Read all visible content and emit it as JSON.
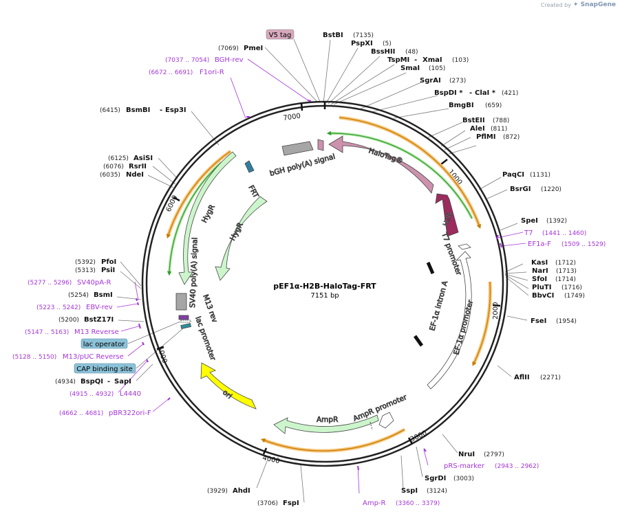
{
  "brand": {
    "created_by": "Created by",
    "product": "SnapGene"
  },
  "plasmid": {
    "name": "pEF1α-H2B-HaloTag-FRT",
    "size": "7151 bp",
    "length": 7151
  },
  "ticks": [
    {
      "bp": 1000,
      "label": "1000"
    },
    {
      "bp": 2000,
      "label": "2000"
    },
    {
      "bp": 3000,
      "label": "3000"
    },
    {
      "bp": 4000,
      "label": "4000"
    },
    {
      "bp": 5000,
      "label": "5000"
    },
    {
      "bp": 6000,
      "label": "6000"
    },
    {
      "bp": 7000,
      "label": "7000"
    }
  ],
  "enzymes": [
    {
      "pos": "(7069)",
      "name": "PmeI"
    },
    {
      "name": "BstBI",
      "pos": "(7135)"
    },
    {
      "name": "PspXI",
      "pos": "(5)"
    },
    {
      "name": "BssHII",
      "pos": "(48)"
    },
    {
      "name": "TspMI",
      "name2": "XmaI",
      "pos": "(103)"
    },
    {
      "name": "SmaI",
      "pos": "(105)"
    },
    {
      "name": "SgrAI",
      "pos": "(273)"
    },
    {
      "name": "BspDI *",
      "name2": "ClaI *",
      "pos": "(421)"
    },
    {
      "name": "BmgBI",
      "pos": "(659)"
    },
    {
      "name": "BstEII",
      "pos": "(788)"
    },
    {
      "name": "AleI",
      "pos": "(811)"
    },
    {
      "name": "PflMI",
      "pos": "(872)"
    },
    {
      "name": "PaqCI",
      "pos": "(1131)"
    },
    {
      "name": "BsrGI",
      "pos": "(1220)"
    },
    {
      "name": "SpeI",
      "pos": "(1392)"
    },
    {
      "name": "KasI",
      "pos": "(1712)"
    },
    {
      "name": "NarI",
      "pos": "(1713)"
    },
    {
      "name": "SfoI",
      "pos": "(1714)"
    },
    {
      "name": "PluTI",
      "pos": "(1716)"
    },
    {
      "name": "BbvCI",
      "pos": "(1749)"
    },
    {
      "name": "FseI",
      "pos": "(1954)"
    },
    {
      "name": "AflII",
      "pos": "(2271)"
    },
    {
      "name": "NruI",
      "pos": "(2797)"
    },
    {
      "name": "SgrDI",
      "pos": "(3003)"
    },
    {
      "name": "SspI",
      "pos": "(3124)"
    },
    {
      "name": "FspI",
      "pos": "(3706)"
    },
    {
      "name": "AhdI",
      "pos": "(3929)"
    },
    {
      "name": "BspQI",
      "name2": "SapI",
      "pos": "(4934)"
    },
    {
      "name": "BstZ17I",
      "pos": "(5200)"
    },
    {
      "name": "BsmI",
      "pos": "(5254)"
    },
    {
      "name": "PsiI",
      "pos": "(5313)"
    },
    {
      "name": "PfoI",
      "pos": "(5392)"
    },
    {
      "name": "NdeI",
      "pos": "(6035)"
    },
    {
      "name": "RsrII",
      "pos": "(6076)"
    },
    {
      "name": "AsiSI",
      "pos": "(6125)"
    },
    {
      "name": "BsmBI",
      "name2": "Esp3I",
      "pos": "(6415)"
    }
  ],
  "primers": [
    {
      "name": "BGH-rev",
      "range": "(7037 .. 7054)"
    },
    {
      "name": "F1ori-R",
      "range": "(6672 .. 6691)"
    },
    {
      "name": "T7",
      "range": "(1441 .. 1460)"
    },
    {
      "name": "EF1a-F",
      "range": "(1509 .. 1529)"
    },
    {
      "name": "pRS-marker",
      "range": "(2943 .. 2962)"
    },
    {
      "name": "Amp-R",
      "range": "(3360 .. 3379)"
    },
    {
      "name": "pBR322ori-F",
      "range": "(4662 .. 4681)"
    },
    {
      "name": "L4440",
      "range": "(4915 .. 4932)"
    },
    {
      "name": "M13/pUC Reverse",
      "range": "(5128 .. 5150)"
    },
    {
      "name": "M13 Reverse",
      "range": "(5147 .. 5163)"
    },
    {
      "name": "EBV-rev",
      "range": "(5223 .. 5242)"
    },
    {
      "name": "SV40pA-R",
      "range": "(5277 .. 5296)"
    }
  ],
  "boxed_features": [
    {
      "name": "V5 tag",
      "color": "#d7a9bd"
    },
    {
      "name": "lac operator",
      "color": "#8cc2d9"
    },
    {
      "name": "CAP binding site",
      "color": "#8cc2d9"
    }
  ],
  "features": [
    {
      "name": "HaloTag®",
      "color": "#cc92ad"
    },
    {
      "name": "H2B",
      "color": "#9b2c5e"
    },
    {
      "name": "T7 promoter",
      "color": "#ffffff"
    },
    {
      "name": "EF-1α intron A",
      "color": "#111111"
    },
    {
      "name": "EF-1α promoter",
      "color": "#ffffff"
    },
    {
      "name": "AmpR promoter",
      "color": "#ffffff"
    },
    {
      "name": "AmpR",
      "color": "#ccf5cc"
    },
    {
      "name": "ori",
      "color": "#ffff00"
    },
    {
      "name": "lac promoter",
      "color": "#2f8f9a"
    },
    {
      "name": "M13 rev",
      "color": "#7f3fa4"
    },
    {
      "name": "SV40 poly(A) signal",
      "color": "#a6a6a6"
    },
    {
      "name": "HygR",
      "color": "#ccf5cc"
    },
    {
      "name": "HygR",
      "color": "#ccf5cc"
    },
    {
      "name": "FRT",
      "color": "#2f7f9f"
    },
    {
      "name": "bGH poly(A) signal",
      "color": "#a6a6a6"
    }
  ],
  "colors": {
    "backbone": "#222222",
    "orf_arc": "#f3a52a",
    "orf_inner": "#2ea02e",
    "primer": "#a534d8",
    "leader": "#777777"
  }
}
